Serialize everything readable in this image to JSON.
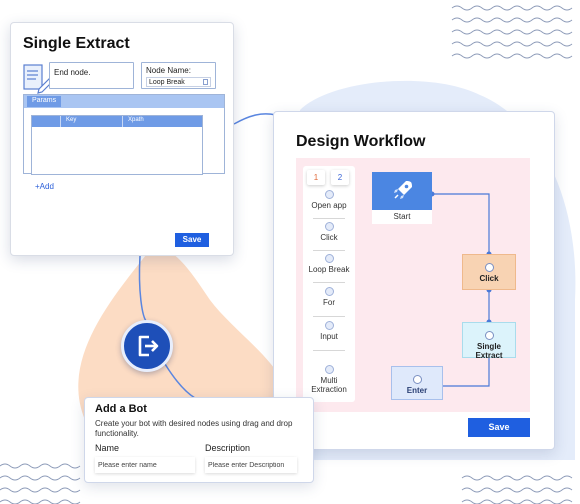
{
  "colors": {
    "accent": "#1f5fe0",
    "canvas_pink": "#fde9ee",
    "blob_peach": "#fcdcc4",
    "blob_blue": "#e4ecfa"
  },
  "single_extract": {
    "title": "Single Extract",
    "end_node_text": "End node.",
    "node_name_label": "Node Name:",
    "node_name_value": "Loop Break",
    "params_tab": "Params",
    "columns": [
      "Key",
      "Xpath"
    ],
    "add_label": "+Add",
    "save_label": "Save",
    "icon": "document-pencil-icon"
  },
  "design_workflow": {
    "title": "Design Workflow",
    "palette_tabs": [
      "1",
      "2"
    ],
    "palette_items": [
      {
        "label": "Open app",
        "icon": "window-icon"
      },
      {
        "label": "Click",
        "icon": "cursor-icon"
      },
      {
        "label": "Loop Break",
        "icon": "link-icon"
      },
      {
        "label": "For",
        "icon": "loop-icon"
      },
      {
        "label": "Input",
        "icon": "input-icon"
      },
      {
        "label": "Multi Extraction",
        "icon": "extract-icon"
      }
    ],
    "nodes": {
      "start": "Start",
      "click": "Click",
      "single_extract": "Single Extract",
      "enter": "Enter"
    },
    "save_label": "Save"
  },
  "add_bot": {
    "title": "Add a Bot",
    "description": "Create your bot with desired nodes using drag and drop functionality.",
    "name_label": "Name",
    "name_placeholder": "Please enter name",
    "description_label": "Description",
    "description_placeholder": "Please enter Description"
  }
}
